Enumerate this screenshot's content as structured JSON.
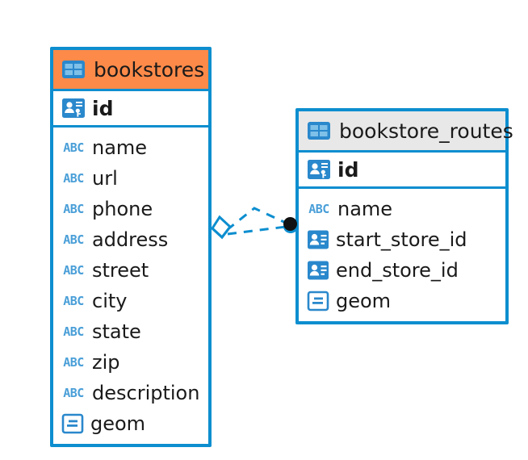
{
  "diagram": {
    "type": "entity-relationship-diagram",
    "background": "#ffffff",
    "accent_blue": "#0d8ecf",
    "accent_orange": "#fd8a49",
    "header_gray": "#e8e8e8"
  },
  "entities": [
    {
      "name": "bookstores",
      "header_color": "#fd8a49",
      "icon": "table-icon",
      "primary_key": {
        "label": "id",
        "icon": "primary-key-icon"
      },
      "fields": [
        {
          "label": "name",
          "icon": "abc-text-icon",
          "type": "text"
        },
        {
          "label": "url",
          "icon": "abc-text-icon",
          "type": "text"
        },
        {
          "label": "phone",
          "icon": "abc-text-icon",
          "type": "text"
        },
        {
          "label": "address",
          "icon": "abc-text-icon",
          "type": "text"
        },
        {
          "label": "street",
          "icon": "abc-text-icon",
          "type": "text"
        },
        {
          "label": "city",
          "icon": "abc-text-icon",
          "type": "text"
        },
        {
          "label": "state",
          "icon": "abc-text-icon",
          "type": "text"
        },
        {
          "label": "zip",
          "icon": "abc-text-icon",
          "type": "text"
        },
        {
          "label": "description",
          "icon": "abc-text-icon",
          "type": "text"
        },
        {
          "label": "geom",
          "icon": "geometry-icon",
          "type": "geometry"
        }
      ]
    },
    {
      "name": "bookstore_routes",
      "header_color": "#e8e8e8",
      "icon": "table-icon",
      "primary_key": {
        "label": "id",
        "icon": "primary-key-icon"
      },
      "fields": [
        {
          "label": "name",
          "icon": "abc-text-icon",
          "type": "text"
        },
        {
          "label": "start_store_id",
          "icon": "foreign-key-icon",
          "type": "reference"
        },
        {
          "label": "end_store_id",
          "icon": "foreign-key-icon",
          "type": "reference"
        },
        {
          "label": "geom",
          "icon": "geometry-icon",
          "type": "geometry"
        }
      ]
    }
  ],
  "relationship": {
    "source_endpoint": "diamond-open-marker",
    "target_endpoint": "filled-circle-marker",
    "line_style": "dashed",
    "line_color": "#0d8ecf"
  }
}
